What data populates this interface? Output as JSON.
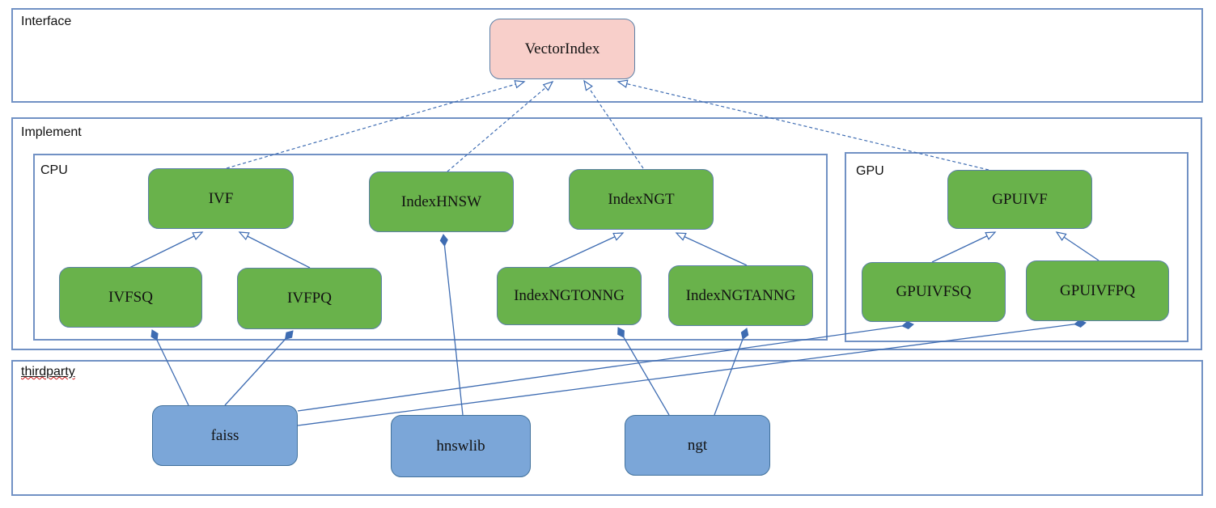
{
  "diagram": {
    "containers": {
      "interface": {
        "label": "Interface"
      },
      "implement": {
        "label": "Implement"
      },
      "cpu": {
        "label": "CPU"
      },
      "gpu": {
        "label": "GPU"
      },
      "thirdparty": {
        "label": "thirdparty"
      }
    },
    "nodes": {
      "vectorindex": {
        "label": "VectorIndex",
        "container": "interface",
        "color": "#f8cfca"
      },
      "ivf": {
        "label": "IVF",
        "container": "cpu",
        "color": "#69b24b"
      },
      "indexhnsw": {
        "label": "IndexHNSW",
        "container": "cpu",
        "color": "#69b24b"
      },
      "indexngt": {
        "label": "IndexNGT",
        "container": "cpu",
        "color": "#69b24b"
      },
      "ivfsq": {
        "label": "IVFSQ",
        "container": "cpu",
        "color": "#69b24b"
      },
      "ivfpq": {
        "label": "IVFPQ",
        "container": "cpu",
        "color": "#69b24b"
      },
      "indexngtonng": {
        "label": "IndexNGTONNG",
        "container": "cpu",
        "color": "#69b24b"
      },
      "indexngtanng": {
        "label": "IndexNGTANNG",
        "container": "cpu",
        "color": "#69b24b"
      },
      "gpuivf": {
        "label": "GPUIVF",
        "container": "gpu",
        "color": "#69b24b"
      },
      "gpuivfsq": {
        "label": "GPUIVFSQ",
        "container": "gpu",
        "color": "#69b24b"
      },
      "gpuivfpq": {
        "label": "GPUIVFPQ",
        "container": "gpu",
        "color": "#69b24b"
      },
      "faiss": {
        "label": "faiss",
        "container": "thirdparty",
        "color": "#7ba6d8"
      },
      "hnswlib": {
        "label": "hnswlib",
        "container": "thirdparty",
        "color": "#7ba6d8"
      },
      "ngt": {
        "label": "ngt",
        "container": "thirdparty",
        "color": "#7ba6d8"
      }
    },
    "edges": [
      {
        "from": "IVF",
        "to": "VectorIndex",
        "type": "realization-dashed-hollow-arrow"
      },
      {
        "from": "IndexHNSW",
        "to": "VectorIndex",
        "type": "realization-dashed-hollow-arrow"
      },
      {
        "from": "IndexNGT",
        "to": "VectorIndex",
        "type": "realization-dashed-hollow-arrow"
      },
      {
        "from": "GPUIVF",
        "to": "VectorIndex",
        "type": "realization-dashed-hollow-arrow"
      },
      {
        "from": "IVFSQ",
        "to": "IVF",
        "type": "generalization-hollow-arrow"
      },
      {
        "from": "IVFPQ",
        "to": "IVF",
        "type": "generalization-hollow-arrow"
      },
      {
        "from": "IndexNGTONNG",
        "to": "IndexNGT",
        "type": "generalization-hollow-arrow"
      },
      {
        "from": "IndexNGTANNG",
        "to": "IndexNGT",
        "type": "generalization-hollow-arrow"
      },
      {
        "from": "GPUIVFSQ",
        "to": "GPUIVF",
        "type": "generalization-hollow-arrow"
      },
      {
        "from": "GPUIVFPQ",
        "to": "GPUIVF",
        "type": "generalization-hollow-arrow"
      },
      {
        "from": "faiss",
        "to": "IVFSQ",
        "type": "composition-filled-diamond"
      },
      {
        "from": "faiss",
        "to": "IVFPQ",
        "type": "composition-filled-diamond"
      },
      {
        "from": "faiss",
        "to": "GPUIVFSQ",
        "type": "composition-filled-diamond"
      },
      {
        "from": "faiss",
        "to": "GPUIVFPQ",
        "type": "composition-filled-diamond"
      },
      {
        "from": "hnswlib",
        "to": "IndexHNSW",
        "type": "composition-filled-diamond"
      },
      {
        "from": "ngt",
        "to": "IndexNGTONNG",
        "type": "composition-filled-diamond"
      },
      {
        "from": "ngt",
        "to": "IndexNGTANNG",
        "type": "composition-filled-diamond"
      }
    ],
    "colors": {
      "node_green": "#69b24b",
      "node_pink": "#f8cfca",
      "node_blue": "#7ba6d8",
      "connector_blue": "#3e6cb2",
      "container_border_blue": "#7191c4",
      "spellcheck_red": "#cc1111"
    }
  }
}
